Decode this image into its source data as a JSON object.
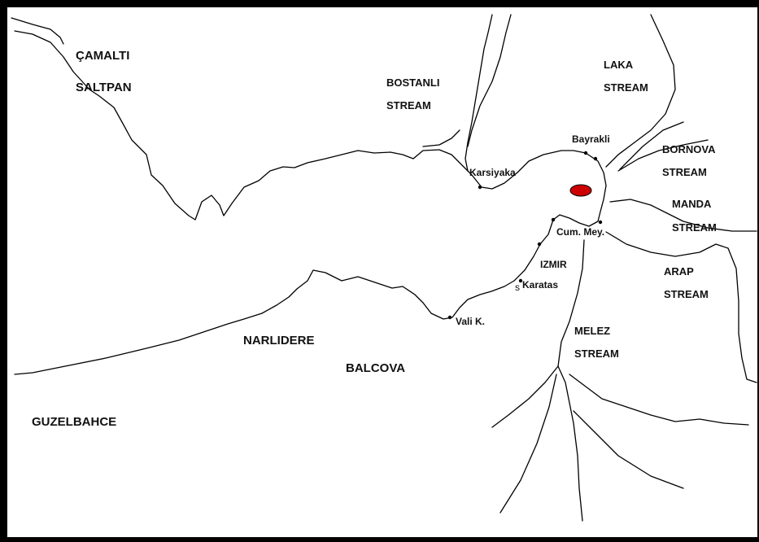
{
  "map": {
    "region_labels": {
      "camalti": "ÇAMALTI",
      "saltpan": "SALTPAN",
      "narlidere": "NARLIDERE",
      "balcova": "BALCOVA",
      "guzelbahce": "GUZELBAHCE",
      "izmir": "IZMIR"
    },
    "streams": {
      "bostanli_1": "BOSTANLI",
      "bostanli_2": "STREAM",
      "laka_1": "LAKA",
      "laka_2": "STREAM",
      "bornova_1": "BORNOVA",
      "bornova_2": "STREAM",
      "manda_1": "MANDA",
      "manda_2": "STREAM",
      "arap_1": "ARAP",
      "arap_2": "STREAM",
      "melez_1": "MELEZ",
      "melez_2": "STREAM"
    },
    "stations": {
      "bayrakli": "Bayrakli",
      "karsiyaka": "Karsiyaka",
      "cum_mey": "Cum. Mey.",
      "karatas": "Karatas",
      "karatas_prefix": "s",
      "vali": "Vali K."
    },
    "colors": {
      "line": "#000000",
      "background": "#ffffff",
      "highlight": "#cc0000"
    }
  }
}
